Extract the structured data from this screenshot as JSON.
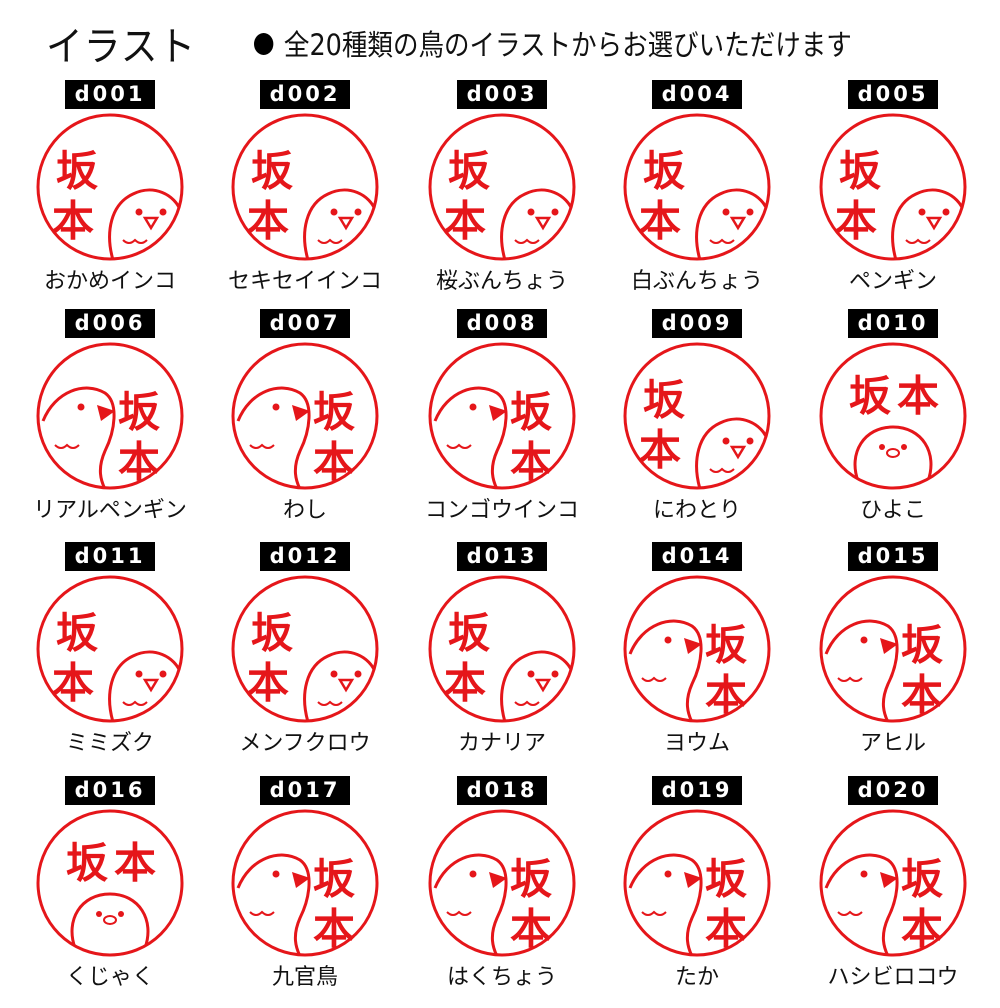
{
  "header": {
    "title": "イラスト",
    "bullet_icon": "black-circle",
    "subtitle": "全20種類の鳥のイラストからお選びいただけます"
  },
  "stamp": {
    "name_char_1": "坂",
    "name_char_2": "本",
    "color": "#e5161a"
  },
  "items": [
    {
      "code": "d001",
      "name": "おかめインコ",
      "layout": "left"
    },
    {
      "code": "d002",
      "name": "セキセイインコ",
      "layout": "left"
    },
    {
      "code": "d003",
      "name": "桜ぶんちょう",
      "layout": "left"
    },
    {
      "code": "d004",
      "name": "白ぶんちょう",
      "layout": "left"
    },
    {
      "code": "d005",
      "name": "ペンギン",
      "layout": "left"
    },
    {
      "code": "d006",
      "name": "リアルペンギン",
      "layout": "right"
    },
    {
      "code": "d007",
      "name": "わし",
      "layout": "right"
    },
    {
      "code": "d008",
      "name": "コンゴウインコ",
      "layout": "right"
    },
    {
      "code": "d009",
      "name": "にわとり",
      "layout": "left"
    },
    {
      "code": "d010",
      "name": "ひよこ",
      "layout": "top"
    },
    {
      "code": "d011",
      "name": "ミミズク",
      "layout": "left"
    },
    {
      "code": "d012",
      "name": "メンフクロウ",
      "layout": "left"
    },
    {
      "code": "d013",
      "name": "カナリア",
      "layout": "left"
    },
    {
      "code": "d014",
      "name": "ヨウム",
      "layout": "right"
    },
    {
      "code": "d015",
      "name": "アヒル",
      "layout": "right"
    },
    {
      "code": "d016",
      "name": "くじゃく",
      "layout": "top"
    },
    {
      "code": "d017",
      "name": "九官鳥",
      "layout": "right"
    },
    {
      "code": "d018",
      "name": "はくちょう",
      "layout": "right"
    },
    {
      "code": "d019",
      "name": "たか",
      "layout": "right"
    },
    {
      "code": "d020",
      "name": "ハシビロコウ",
      "layout": "right"
    }
  ]
}
